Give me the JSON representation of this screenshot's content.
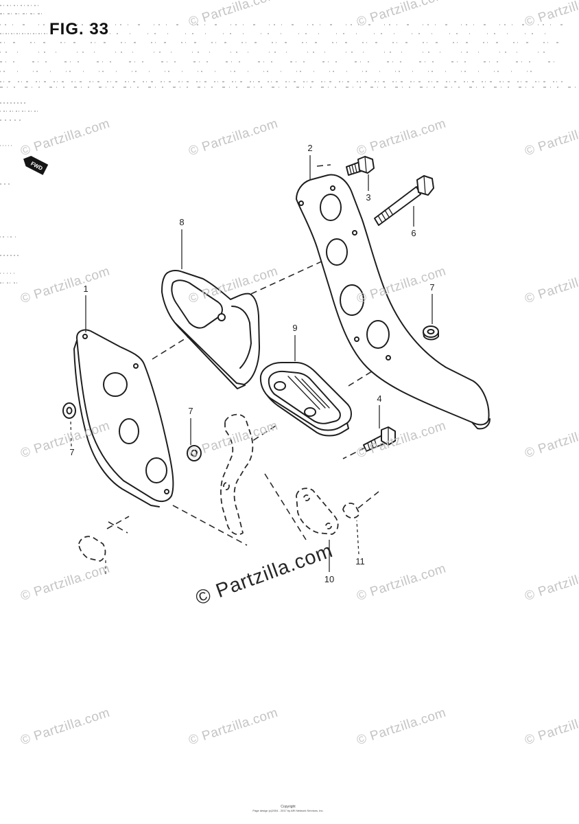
{
  "figure": {
    "title": "FIG. 33"
  },
  "fwd_badge": "FWD",
  "callouts": {
    "part_1": "1",
    "part_2": "2",
    "part_3": "3",
    "part_4": "4",
    "part_6": "6",
    "part_7_right": "7",
    "part_7_middle": "7",
    "part_7_left": "7",
    "part_8": "8",
    "part_9": "9",
    "part_10": "10",
    "part_11": "11"
  },
  "watermark": "© Partzilla.com",
  "footer": {
    "copyright": "Copyright",
    "page_design": "Page design (c)2004 - 2017 by ARI Network Services, Inc."
  },
  "colors": {
    "ink": "#1e1e1e",
    "watermark_light": "#c4c4c4",
    "watermark_dark": "#262626",
    "background": "#ffffff"
  }
}
